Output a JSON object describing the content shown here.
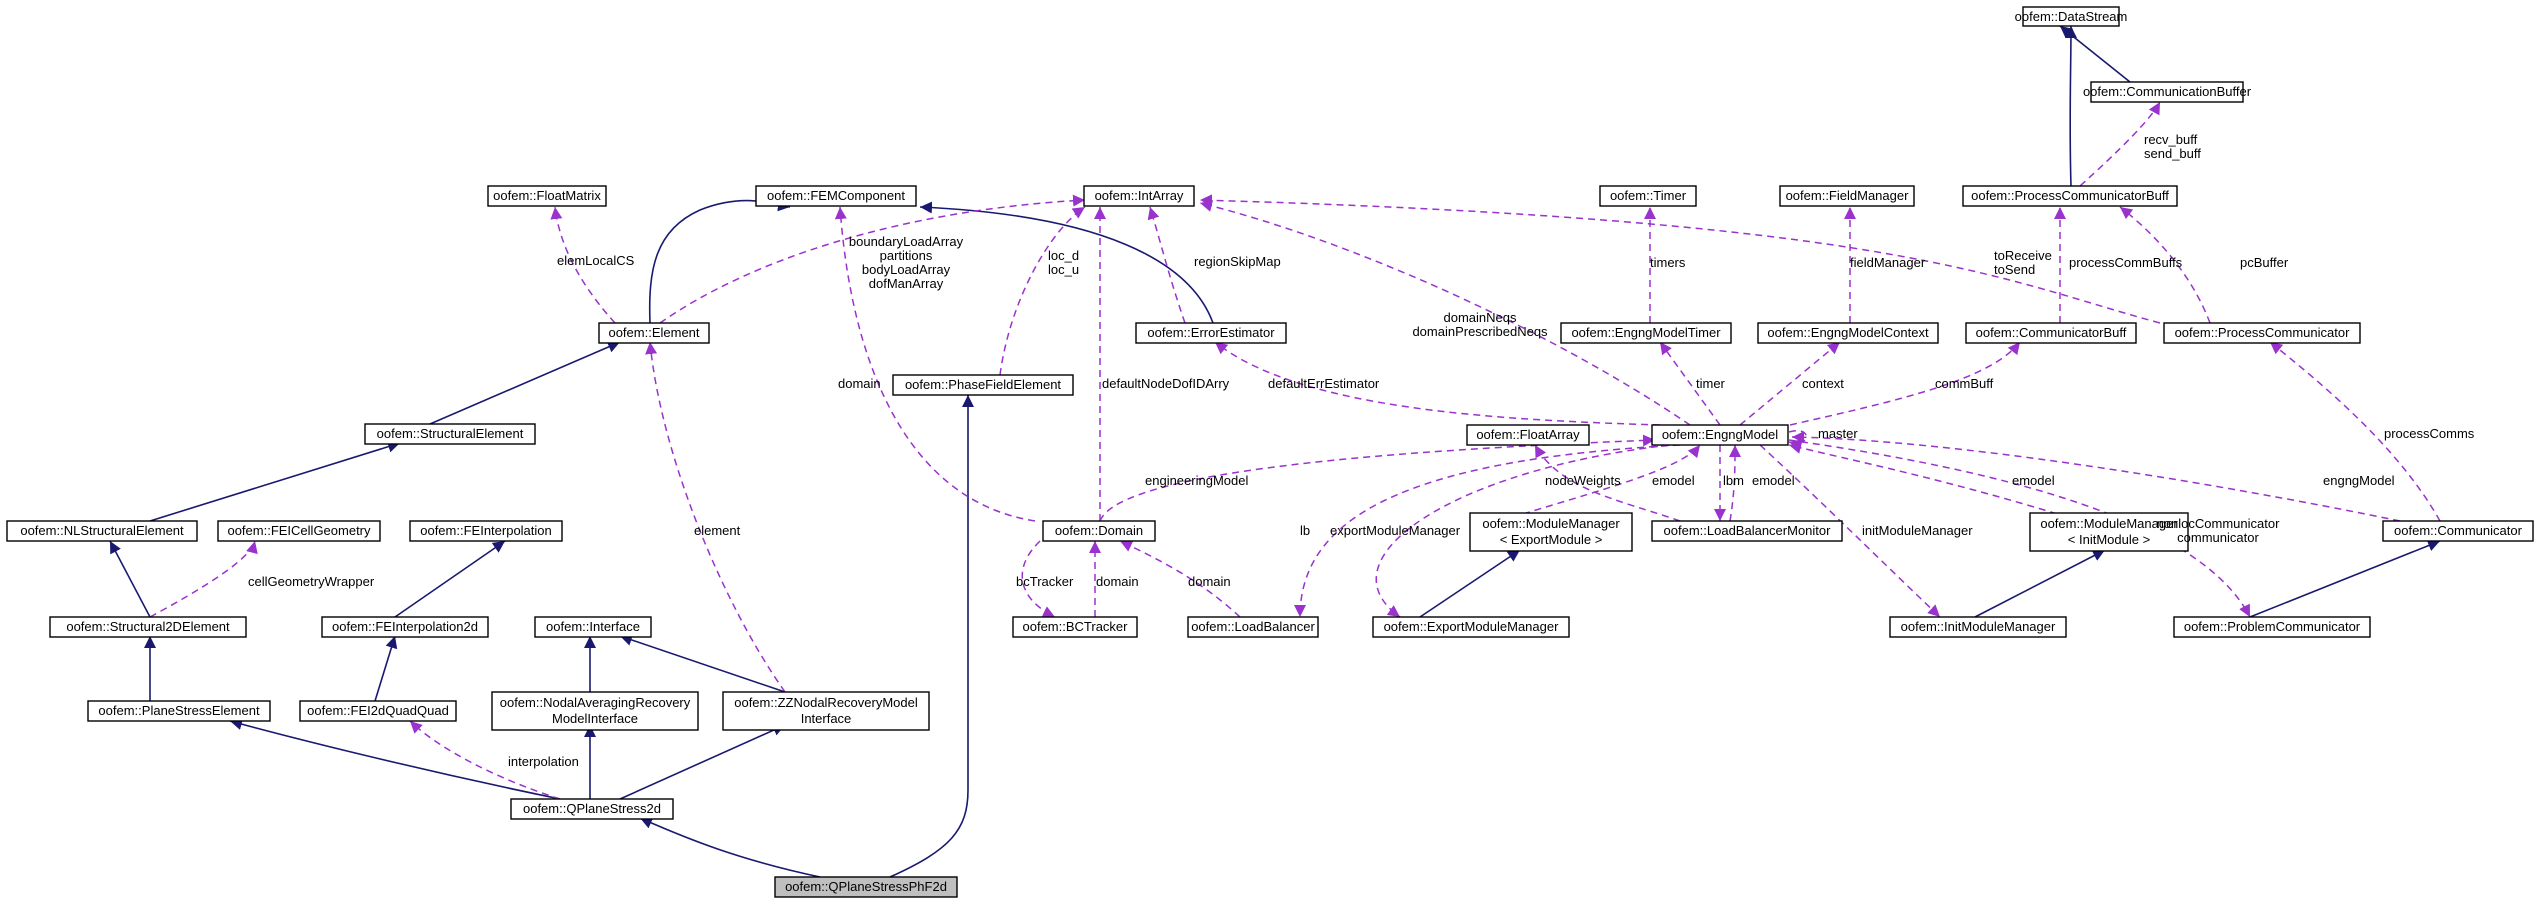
{
  "diagram": {
    "nodes": [
      {
        "id": "DataStream",
        "lines": [
          "oofem::DataStream"
        ]
      },
      {
        "id": "CommunicationBuffer",
        "lines": [
          "oofem::CommunicationBuffer"
        ]
      },
      {
        "id": "ProcessCommunicatorBuff",
        "lines": [
          "oofem::ProcessCommunicatorBuff"
        ]
      },
      {
        "id": "FloatMatrix",
        "lines": [
          "oofem::FloatMatrix"
        ]
      },
      {
        "id": "FEMComponent",
        "lines": [
          "oofem::FEMComponent"
        ]
      },
      {
        "id": "IntArray",
        "lines": [
          "oofem::IntArray"
        ]
      },
      {
        "id": "Timer",
        "lines": [
          "oofem::Timer"
        ]
      },
      {
        "id": "FieldManager",
        "lines": [
          "oofem::FieldManager"
        ]
      },
      {
        "id": "Element",
        "lines": [
          "oofem::Element"
        ]
      },
      {
        "id": "ErrorEstimator",
        "lines": [
          "oofem::ErrorEstimator"
        ]
      },
      {
        "id": "EngngModelTimer",
        "lines": [
          "oofem::EngngModelTimer"
        ]
      },
      {
        "id": "EngngModelContext",
        "lines": [
          "oofem::EngngModelContext"
        ]
      },
      {
        "id": "CommunicatorBuff",
        "lines": [
          "oofem::CommunicatorBuff"
        ]
      },
      {
        "id": "ProcessCommunicator",
        "lines": [
          "oofem::ProcessCommunicator"
        ]
      },
      {
        "id": "PhaseFieldElement",
        "lines": [
          "oofem::PhaseFieldElement"
        ]
      },
      {
        "id": "StructuralElement",
        "lines": [
          "oofem::StructuralElement"
        ]
      },
      {
        "id": "FloatArray",
        "lines": [
          "oofem::FloatArray"
        ]
      },
      {
        "id": "EngngModel",
        "lines": [
          "oofem::EngngModel"
        ]
      },
      {
        "id": "NLStructuralElement",
        "lines": [
          "oofem::NLStructuralElement"
        ]
      },
      {
        "id": "FEICellGeometry",
        "lines": [
          "oofem::FEICellGeometry"
        ]
      },
      {
        "id": "FEInterpolation",
        "lines": [
          "oofem::FEInterpolation"
        ]
      },
      {
        "id": "Domain",
        "lines": [
          "oofem::Domain"
        ]
      },
      {
        "id": "ModuleManagerExport",
        "lines": [
          "oofem::ModuleManager",
          "< ExportModule >"
        ]
      },
      {
        "id": "LoadBalancerMonitor",
        "lines": [
          "oofem::LoadBalancerMonitor"
        ]
      },
      {
        "id": "ModuleManagerInit",
        "lines": [
          "oofem::ModuleManager",
          "< InitModule >"
        ]
      },
      {
        "id": "Communicator",
        "lines": [
          "oofem::Communicator"
        ]
      },
      {
        "id": "Structural2DElement",
        "lines": [
          "oofem::Structural2DElement"
        ]
      },
      {
        "id": "FEInterpolation2d",
        "lines": [
          "oofem::FEInterpolation2d"
        ]
      },
      {
        "id": "Interface",
        "lines": [
          "oofem::Interface"
        ]
      },
      {
        "id": "BCTracker",
        "lines": [
          "oofem::BCTracker"
        ]
      },
      {
        "id": "LoadBalancer",
        "lines": [
          "oofem::LoadBalancer"
        ]
      },
      {
        "id": "ExportModuleManager",
        "lines": [
          "oofem::ExportModuleManager"
        ]
      },
      {
        "id": "InitModuleManager",
        "lines": [
          "oofem::InitModuleManager"
        ]
      },
      {
        "id": "ProblemCommunicator",
        "lines": [
          "oofem::ProblemCommunicator"
        ]
      },
      {
        "id": "PlaneStressElement",
        "lines": [
          "oofem::PlaneStressElement"
        ]
      },
      {
        "id": "FEI2dQuadQuad",
        "lines": [
          "oofem::FEI2dQuadQuad"
        ]
      },
      {
        "id": "NodalAveraging",
        "lines": [
          "oofem::NodalAveragingRecovery",
          "ModelInterface"
        ]
      },
      {
        "id": "ZZNodal",
        "lines": [
          "oofem::ZZNodalRecoveryModel",
          "Interface"
        ]
      },
      {
        "id": "QPlaneStress2d",
        "lines": [
          "oofem::QPlaneStress2d"
        ]
      },
      {
        "id": "QPlaneStressPhF2d",
        "lines": [
          "oofem::QPlaneStressPhF2d"
        ],
        "highlight": true
      }
    ],
    "edge_labels": [
      {
        "id": "recv_send_buff",
        "lines": [
          "recv_buff",
          "send_buff"
        ]
      },
      {
        "id": "elemLocalCS",
        "lines": [
          "elemLocalCS"
        ]
      },
      {
        "id": "boundaryLoadArray",
        "lines": [
          "boundaryLoadArray",
          "partitions",
          "bodyLoadArray",
          "dofManArray"
        ]
      },
      {
        "id": "loc",
        "lines": [
          "loc_d",
          "loc_u"
        ]
      },
      {
        "id": "regionSkipMap",
        "lines": [
          "regionSkipMap"
        ]
      },
      {
        "id": "timers",
        "lines": [
          "timers"
        ]
      },
      {
        "id": "fieldManager",
        "lines": [
          "fieldManager"
        ]
      },
      {
        "id": "toReceive",
        "lines": [
          "toReceive",
          "toSend"
        ]
      },
      {
        "id": "processCommBuffs",
        "lines": [
          "processCommBuffs"
        ]
      },
      {
        "id": "pcBuffer",
        "lines": [
          "pcBuffer"
        ]
      },
      {
        "id": "domainNeqs",
        "lines": [
          "domainNeqs",
          "domainPrescribedNeqs"
        ]
      },
      {
        "id": "domain",
        "lines": [
          "domain"
        ]
      },
      {
        "id": "defaultNodeDofIDArry",
        "lines": [
          "defaultNodeDofIDArry"
        ]
      },
      {
        "id": "defaultErrEstimator",
        "lines": [
          "defaultErrEstimator"
        ]
      },
      {
        "id": "timer",
        "lines": [
          "timer"
        ]
      },
      {
        "id": "context",
        "lines": [
          "context"
        ]
      },
      {
        "id": "commBuff",
        "lines": [
          "commBuff"
        ]
      },
      {
        "id": "processComms",
        "lines": [
          "processComms"
        ]
      },
      {
        "id": "master",
        "lines": [
          "master"
        ]
      },
      {
        "id": "engineeringModel",
        "lines": [
          "engineeringModel"
        ]
      },
      {
        "id": "nodeWeights",
        "lines": [
          "nodeWeights"
        ]
      },
      {
        "id": "emodel1",
        "lines": [
          "emodel"
        ]
      },
      {
        "id": "lbm",
        "lines": [
          "lbm"
        ]
      },
      {
        "id": "emodel2",
        "lines": [
          "emodel"
        ]
      },
      {
        "id": "emodel3",
        "lines": [
          "emodel"
        ]
      },
      {
        "id": "engngModel",
        "lines": [
          "engngModel"
        ]
      },
      {
        "id": "element",
        "lines": [
          "element"
        ]
      },
      {
        "id": "lb",
        "lines": [
          "lb"
        ]
      },
      {
        "id": "exportModuleManager",
        "lines": [
          "exportModuleManager"
        ]
      },
      {
        "id": "initModuleManager",
        "lines": [
          "initModuleManager"
        ]
      },
      {
        "id": "nonlocCommunicator",
        "lines": [
          "nonlocCommunicator",
          "communicator"
        ]
      },
      {
        "id": "cellGeometryWrapper",
        "lines": [
          "cellGeometryWrapper"
        ]
      },
      {
        "id": "bcTracker",
        "lines": [
          "bcTracker"
        ]
      },
      {
        "id": "domain2",
        "lines": [
          "domain"
        ]
      },
      {
        "id": "domain3",
        "lines": [
          "domain"
        ]
      },
      {
        "id": "interpolation",
        "lines": [
          "interpolation"
        ]
      }
    ]
  },
  "colors": {
    "inheritance": "#191970",
    "association": "#9a32cd",
    "highlight_fill": "#bfbfbf"
  }
}
